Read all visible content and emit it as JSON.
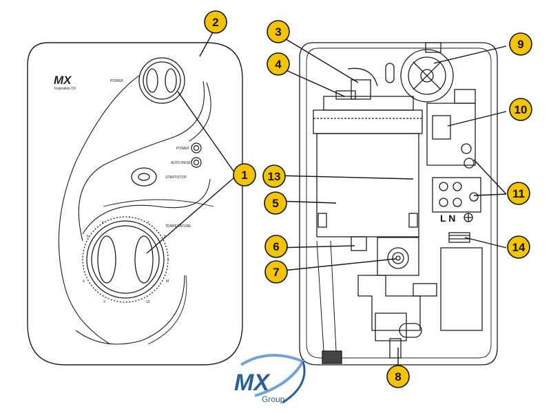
{
  "diagram": {
    "front_panel": {
      "brand_logo": "MX",
      "model_text": "Inspiration DX",
      "power_dial_label": "POWER",
      "power_indicator_label": "POWER",
      "auto_reset_label": "AUTO RESET",
      "start_stop_label": "START/STOP",
      "temperature_label": "TEMPERATURE",
      "dial_ticks": [
        "6",
        "7",
        "5",
        "8",
        "4",
        "M",
        "3",
        "10"
      ]
    },
    "internal": {
      "terminal_text": "L N"
    },
    "callouts": [
      "1",
      "2",
      "3",
      "4",
      "5",
      "6",
      "7",
      "8",
      "9",
      "10",
      "11",
      "13",
      "14"
    ],
    "brand_footer": {
      "logo": "MX",
      "subtitle": "Group"
    },
    "colors": {
      "badge_fill": "#f5c400",
      "badge_stroke": "#111111",
      "line": "#1a1a1a",
      "logo_blue": "#2a5f9e",
      "logo_light": "#6fa3d6"
    }
  }
}
